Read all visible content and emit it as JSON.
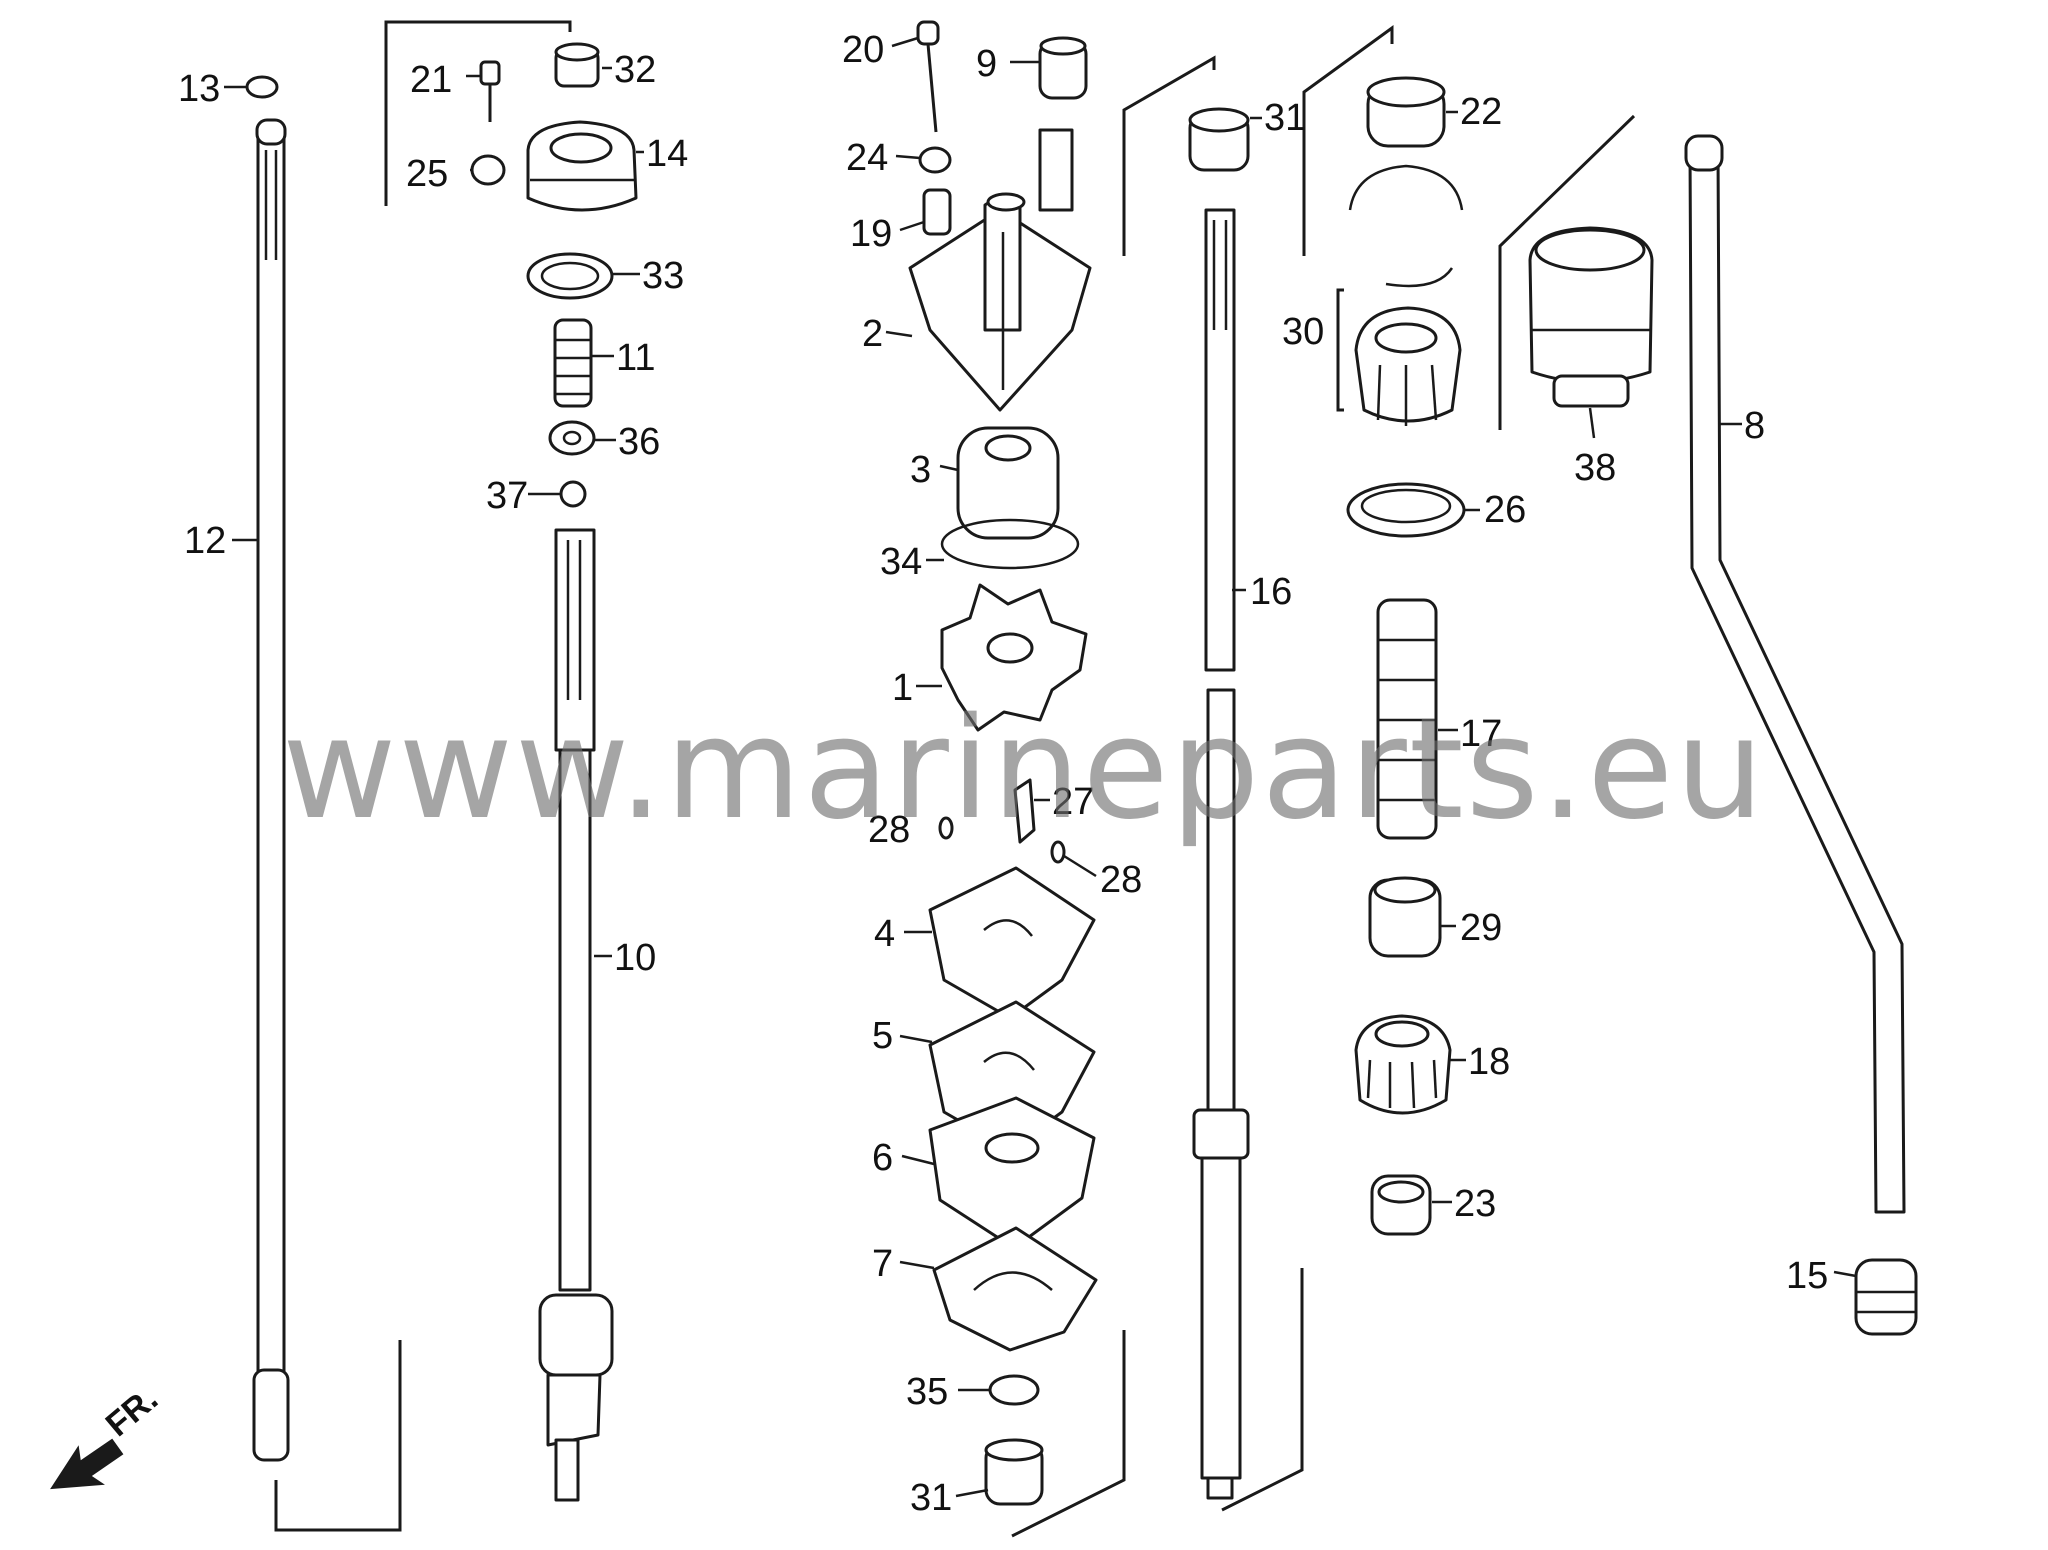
{
  "diagram": {
    "callouts": {
      "c1": "1",
      "c2": "2",
      "c3": "3",
      "c4": "4",
      "c5": "5",
      "c6": "6",
      "c7": "7",
      "c8": "8",
      "c9": "9",
      "c10": "10",
      "c11": "11",
      "c12": "12",
      "c13": "13",
      "c14": "14",
      "c15": "15",
      "c16": "16",
      "c17": "17",
      "c18": "18",
      "c19": "19",
      "c20": "20",
      "c21": "21",
      "c22": "22",
      "c23": "23",
      "c24": "24",
      "c25": "25",
      "c26": "26",
      "c27": "27",
      "c28a": "28",
      "c28b": "28",
      "c29": "29",
      "c30": "30",
      "c31a": "31",
      "c31b": "31",
      "c32": "32",
      "c33": "33",
      "c34": "34",
      "c35": "35",
      "c36": "36",
      "c37": "37",
      "c38": "38"
    },
    "direction_label": "FR.",
    "icons": {
      "front_arrow": "front-direction-arrow-icon"
    }
  },
  "watermark": "www.marineparts.eu",
  "colors": {
    "ink": "#1a1a1a",
    "background": "#ffffff",
    "watermark": "#6e6e6e"
  }
}
